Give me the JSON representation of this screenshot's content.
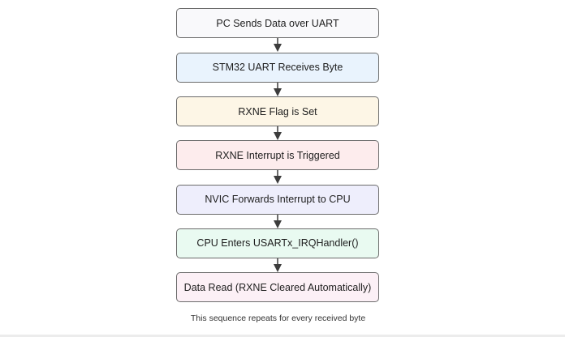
{
  "diagram": {
    "steps": [
      {
        "label": "PC Sends Data over UART",
        "fill": "#f9f9fb"
      },
      {
        "label": "STM32 UART Receives Byte",
        "fill": "#e9f3fd"
      },
      {
        "label": "RXNE Flag is Set",
        "fill": "#fdf6e6"
      },
      {
        "label": "RXNE Interrupt is Triggered",
        "fill": "#fdeced"
      },
      {
        "label": "NVIC Forwards Interrupt to CPU",
        "fill": "#eeeefc"
      },
      {
        "label": "CPU Enters USARTx_IRQHandler()",
        "fill": "#e9faf1"
      },
      {
        "label": "Data Read (RXNE Cleared Automatically)",
        "fill": "#fcf0f6"
      }
    ],
    "arrow_color": "#3c3c3c",
    "caption": "This sequence repeats for every received byte"
  }
}
